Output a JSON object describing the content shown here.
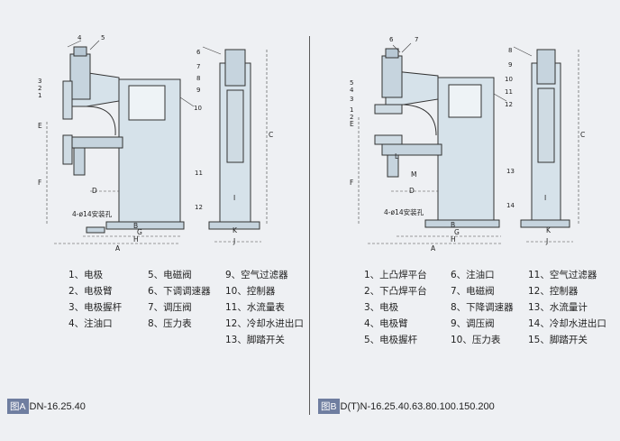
{
  "left_panel": {
    "callouts": [
      "1",
      "2",
      "3",
      "4",
      "5",
      "6",
      "7",
      "8",
      "9",
      "10",
      "11",
      "12"
    ],
    "dims": [
      "A",
      "B",
      "C",
      "D",
      "E",
      "F",
      "G",
      "H",
      "I",
      "J",
      "K"
    ],
    "hole_note": "4-ø14安装孔",
    "legend": [
      [
        "1、电极",
        "5、电磁阀",
        "9、空气过滤器"
      ],
      [
        "2、电极臂",
        "6、下调调速器",
        "10、控制器"
      ],
      [
        "3、电极握杆",
        "7、调压阀",
        "11、水流量表"
      ],
      [
        "4、注油口",
        "8、压力表",
        "12、冷却水进出口"
      ],
      [
        "",
        "",
        "13、脚踏开关"
      ]
    ],
    "caption_tag": "图A",
    "caption_text": "DN-16.25.40"
  },
  "right_panel": {
    "callouts": [
      "1",
      "2",
      "3",
      "4",
      "5",
      "6",
      "7",
      "8",
      "9",
      "10",
      "11",
      "12",
      "13",
      "14"
    ],
    "dims": [
      "A",
      "B",
      "C",
      "D",
      "E",
      "F",
      "G",
      "H",
      "I",
      "J",
      "K",
      "L",
      "M"
    ],
    "hole_note": "4-ø14安装孔",
    "legend": [
      [
        "1、上凸焊平台",
        "6、注油口",
        "11、空气过滤器"
      ],
      [
        "2、下凸焊平台",
        "7、电磁阀",
        "12、控制器"
      ],
      [
        "3、电极",
        "8、下降调速器",
        "13、水流量计"
      ],
      [
        "4、电极臂",
        "9、调压阀",
        "14、冷却水进出口"
      ],
      [
        "5、电极握杆",
        "10、压力表",
        "15、脚踏开关"
      ]
    ],
    "caption_tag": "图B",
    "caption_text": "D(T)N-16.25.40.63.80.100.150.200"
  }
}
